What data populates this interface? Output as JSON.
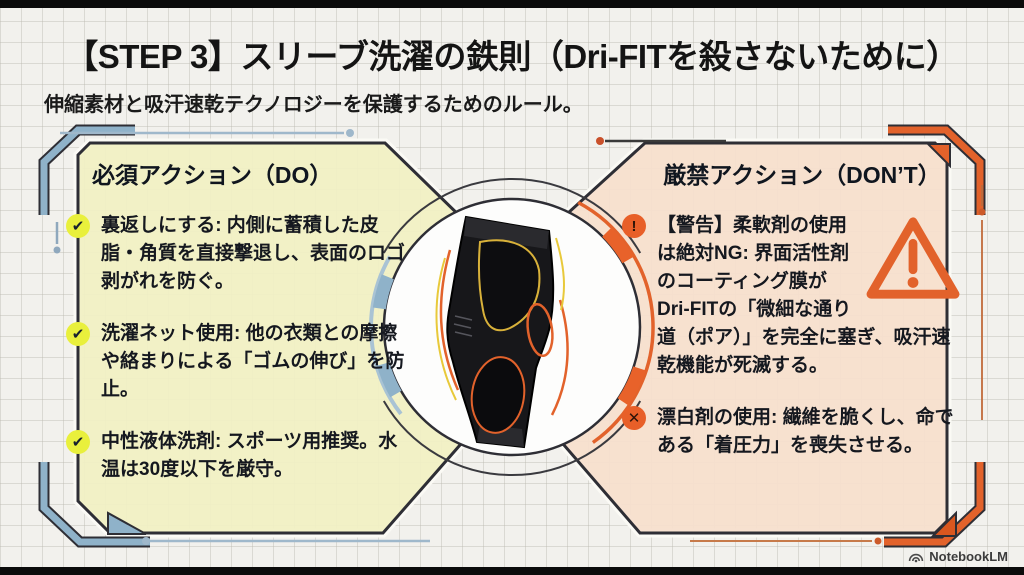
{
  "header": {
    "title": "【STEP 3】スリーブ洗濯の鉄則（Dri-FITを殺さないために）",
    "subtitle": "伸縮素材と吸汗速乾テクノロジーを保護するためのルール。"
  },
  "do_panel": {
    "heading": "必須アクション（DO）",
    "items": [
      {
        "icon": "check",
        "text": "裏返しにする: 内側に蓄積した皮脂・角質を直接撃退し、表面のロゴ剥がれを防ぐ。"
      },
      {
        "icon": "check",
        "text": "洗濯ネット使用: 他の衣類との摩擦や絡まりによる「ゴムの伸び」を防止。"
      },
      {
        "icon": "check",
        "text": "中性液体洗剤: スポーツ用推奨。水温は30度以下を厳守。"
      }
    ]
  },
  "dont_panel": {
    "heading": "厳禁アクション（DON’T）",
    "items": [
      {
        "icon": "exclamation",
        "text": "【警告】柔軟剤の使用は絶対NG: 界面活性剤のコーティング膜がDri-FITの「微細な通り道（ポア）」を完全に塞ぎ、吸汗速乾機能が死滅する。"
      },
      {
        "icon": "cross",
        "text": "漂白剤の使用: 繊維を脆くし、命である「着圧力」を喪失させる。"
      }
    ]
  },
  "icons": {
    "check": "✔",
    "exclamation": "!",
    "cross": "✕"
  },
  "footer": {
    "watermark": "NotebookLM"
  },
  "colors": {
    "do_fill": "#f1f0c3",
    "dont_fill": "#f7dfcd",
    "accent_blue": "#8fb2c9",
    "accent_blue_light": "#a9c3d4",
    "accent_orange": "#e2622b",
    "bullet_yellow": "#e9f03c",
    "outline_dark": "#2e2e35",
    "background": "#f2f1ed"
  }
}
